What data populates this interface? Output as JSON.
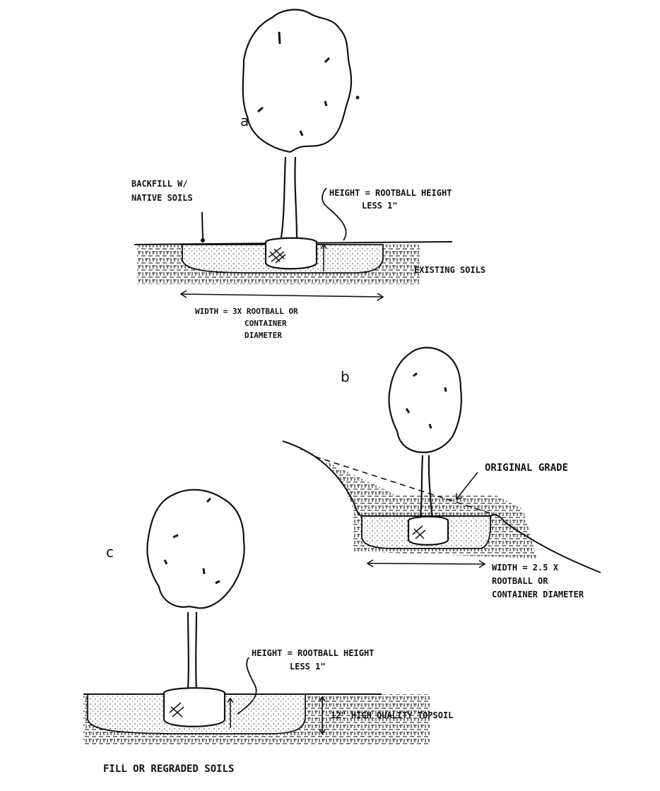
{
  "panels": {
    "a": {
      "letter": "a",
      "label_backfill_1": "BACKFILL W/",
      "label_backfill_2": "NATIVE SOILS",
      "label_height_1": "HEIGHT = ROOTBALL HEIGHT",
      "label_height_2": "LESS 1\"",
      "label_existing": "EXISTING SOILS",
      "label_width_1": "WIDTH = 3X ROOTBALL OR",
      "label_width_2": "CONTAINER",
      "label_width_3": "DIAMETER"
    },
    "b": {
      "letter": "b",
      "label_grade": "ORIGINAL GRADE",
      "label_width_1": "WIDTH = 2.5 X",
      "label_width_2": "ROOTBALL OR",
      "label_width_3": "CONTAINER DIAMETER"
    },
    "c": {
      "letter": "c",
      "label_height_1": "HEIGHT = ROOTBALL HEIGHT",
      "label_height_2": "LESS 1\"",
      "label_topsoil": "12\" HIGH QUALITY TOPSOIL",
      "label_fill": "FILL OR REGRADED SOILS"
    }
  }
}
